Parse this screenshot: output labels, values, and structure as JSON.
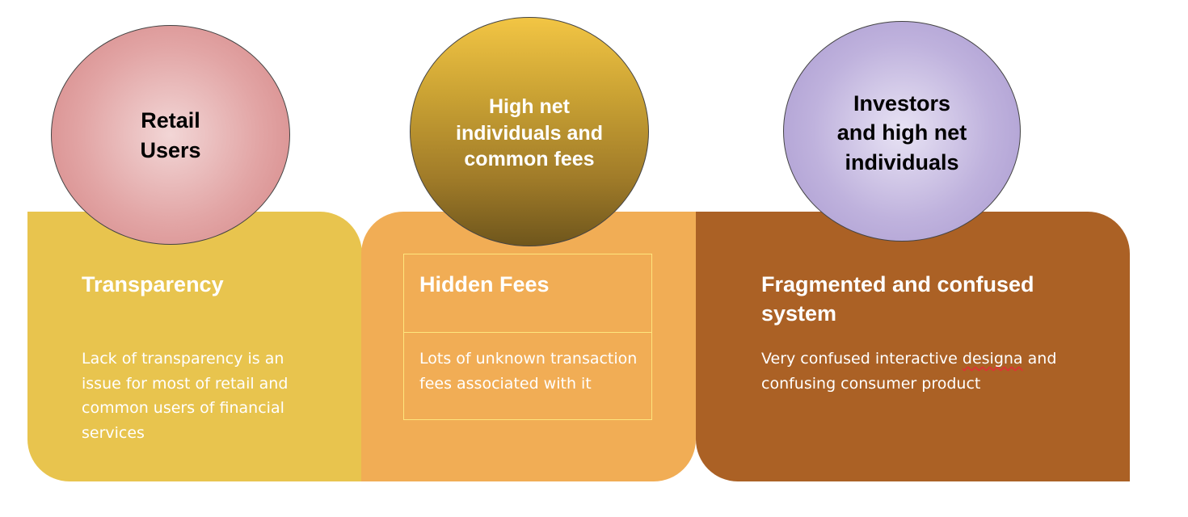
{
  "colors": {
    "panel_1": "#E8C44E",
    "panel_2": "#F1AD55",
    "panel_3": "#AB6125",
    "circle_1": "#DE9C9C",
    "circle_2": "#B0882B",
    "circle_3": "#B7AAD8"
  },
  "columns": [
    {
      "circle_label": "Retail Users",
      "title": "Transparency",
      "body": "Lack of transparency is an issue for most of retail and common users of financial services"
    },
    {
      "circle_label": "High net individuals and common fees",
      "title": "Hidden Fees",
      "body": "Lots of unknown transaction fees associated with it"
    },
    {
      "circle_label": "Investors and high net individuals",
      "title": "Fragmented and confused system",
      "body_before": "Very confused interactive ",
      "body_flagged_word": "designa",
      "body_after": " and confusing consumer product"
    }
  ]
}
